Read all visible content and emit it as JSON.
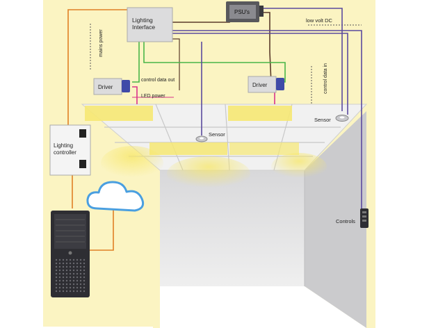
{
  "labels": {
    "lighting_interface": [
      "Lighting",
      "Interface"
    ],
    "psus": "PSU's",
    "low_volt_dc": "low volt DC",
    "mains_power": "mains power",
    "driver_left": "Driver",
    "driver_right": "Driver",
    "control_data_out": "control data out",
    "led_power": "LED power",
    "control_data_in": "control data in",
    "sensor_left": "Sensor",
    "sensor_right": "Sensor",
    "lighting_controller": [
      "Lighting",
      "controller"
    ],
    "controls": "Controls"
  },
  "colors": {
    "background_panel": "#fbf4c2",
    "orange_wire": "#e07f24",
    "green_wire": "#49b547",
    "purple_wire": "#5b4a9e",
    "pink_wire": "#d9328a",
    "brown_wire": "#5a3a2a",
    "driver_blue": "#3f4aa8",
    "light_glow": "#f7e768",
    "room_wall": "#cfcfd1",
    "room_floor": "#ffffff",
    "computer_body": "#2e2e33"
  },
  "icons": [
    "cloud-icon",
    "computer-tower-icon",
    "psu-icon",
    "driver-icon",
    "sensor-icon",
    "controls-keypad-icon"
  ]
}
